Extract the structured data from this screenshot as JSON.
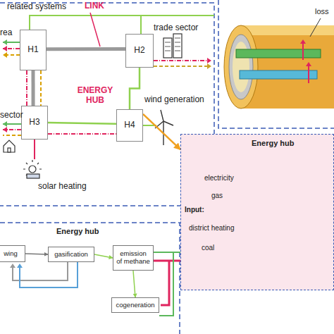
{
  "diagram": {
    "nodes": [
      {
        "text": [
          "H1"
        ]
      },
      {
        "text": [
          "H2"
        ]
      },
      {
        "text": [
          "H3"
        ]
      },
      {
        "text": [
          "H4"
        ]
      },
      {
        "text": [
          "Energy hub"
        ]
      },
      {
        "text": [
          "Energy hub"
        ]
      },
      {
        "text": [
          "wing"
        ],
        "in": 5
      },
      {
        "text": [
          "gasification"
        ],
        "in": 5
      },
      {
        "text": [
          "emission of methane"
        ],
        "in": 5
      },
      {
        "text": [
          "cogeneration"
        ],
        "in": 5
      }
    ],
    "edges": [
      {
        "from": 0,
        "to": 1,
        "arrow": "none"
      },
      {
        "from": 0,
        "to": 2,
        "arrow": "none"
      },
      {
        "from": 2,
        "to": 3,
        "arrow": "none"
      },
      {
        "from": 1,
        "to": 3,
        "arrow": "none"
      },
      {
        "from": 3,
        "to": 4,
        "arrow": "to"
      },
      {
        "from": 6,
        "to": 7,
        "arrow": "to"
      },
      {
        "from": 7,
        "to": 8,
        "arrow": "to"
      },
      {
        "from": 8,
        "to": 9,
        "arrow": "to"
      }
    ],
    "labels": [
      "related systems",
      "LINK",
      "trade sector",
      "rea",
      "sector",
      "ENERGY HUB",
      "wind generation",
      "solar heating",
      "loss",
      "electricity",
      "gas",
      "Input:",
      "district heating",
      "coal"
    ]
  }
}
